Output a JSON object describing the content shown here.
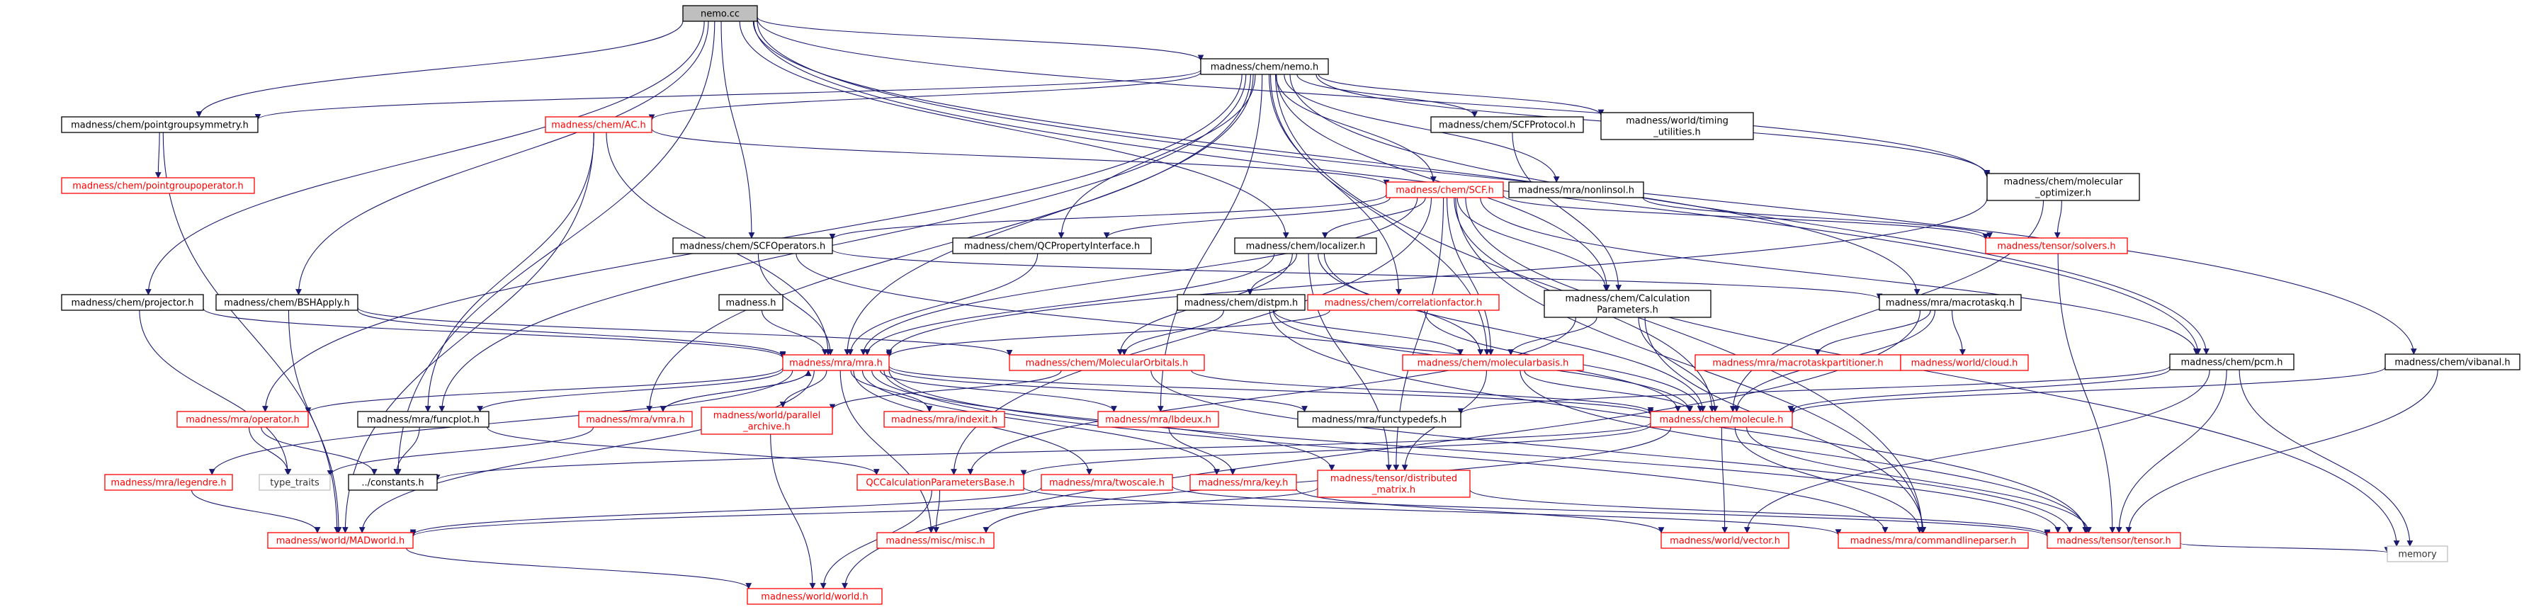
{
  "colors": {
    "edge": "#191970",
    "red_node": "#ff0000",
    "root_fill": "#bfbfbf",
    "grey_node": "#bfbfbf"
  },
  "nodes": [
    {
      "id": "nemo_cc",
      "label": [
        "nemo.cc"
      ],
      "style": "root"
    },
    {
      "id": "nemo_h",
      "label": [
        "madness/chem/nemo.h"
      ],
      "style": "plain"
    },
    {
      "id": "pointgroupsymmetry",
      "label": [
        "madness/chem/pointgroupsymmetry.h"
      ],
      "style": "plain"
    },
    {
      "id": "pointgroupoperator",
      "label": [
        "madness/chem/pointgroupoperator.h"
      ],
      "style": "red"
    },
    {
      "id": "ac",
      "label": [
        "madness/chem/AC.h"
      ],
      "style": "red"
    },
    {
      "id": "scfprotocol",
      "label": [
        "madness/chem/SCFProtocol.h"
      ],
      "style": "plain"
    },
    {
      "id": "timing",
      "label": [
        "madness/world/timing",
        "_utilities.h"
      ],
      "style": "plain"
    },
    {
      "id": "molecular_optimizer",
      "label": [
        "madness/chem/molecular",
        "_optimizer.h"
      ],
      "style": "plain"
    },
    {
      "id": "vibanal",
      "label": [
        "madness/chem/vibanal.h"
      ],
      "style": "plain"
    },
    {
      "id": "scf",
      "label": [
        "madness/chem/SCF.h"
      ],
      "style": "red"
    },
    {
      "id": "nonlinsol",
      "label": [
        "madness/mra/nonlinsol.h"
      ],
      "style": "plain"
    },
    {
      "id": "solvers",
      "label": [
        "madness/tensor/solvers.h"
      ],
      "style": "red"
    },
    {
      "id": "scfoperators",
      "label": [
        "madness/chem/SCFOperators.h"
      ],
      "style": "plain"
    },
    {
      "id": "qcpropertyinterface",
      "label": [
        "madness/chem/QCPropertyInterface.h"
      ],
      "style": "plain"
    },
    {
      "id": "localizer",
      "label": [
        "madness/chem/localizer.h"
      ],
      "style": "plain"
    },
    {
      "id": "madness_h",
      "label": [
        "madness.h"
      ],
      "style": "plain"
    },
    {
      "id": "distpm",
      "label": [
        "madness/chem/distpm.h"
      ],
      "style": "plain"
    },
    {
      "id": "correlationfactor",
      "label": [
        "madness/chem/correlationfactor.h"
      ],
      "style": "red"
    },
    {
      "id": "calcparams",
      "label": [
        "madness/chem/Calculation",
        "Parameters.h"
      ],
      "style": "plain"
    },
    {
      "id": "macrotaskq",
      "label": [
        "madness/mra/macrotaskq.h"
      ],
      "style": "plain"
    },
    {
      "id": "macrotaskpartitioner",
      "label": [
        "madness/mra/macrotaskpartitioner.h"
      ],
      "style": "red"
    },
    {
      "id": "cloud",
      "label": [
        "madness/world/cloud.h"
      ],
      "style": "red"
    },
    {
      "id": "projector",
      "label": [
        "madness/chem/projector.h"
      ],
      "style": "plain"
    },
    {
      "id": "bshapply",
      "label": [
        "madness/chem/BSHApply.h"
      ],
      "style": "plain"
    },
    {
      "id": "mra",
      "label": [
        "madness/mra/mra.h"
      ],
      "style": "red"
    },
    {
      "id": "molecularorbitals",
      "label": [
        "madness/chem/MolecularOrbitals.h"
      ],
      "style": "red"
    },
    {
      "id": "molecularbasis",
      "label": [
        "madness/chem/molecularbasis.h"
      ],
      "style": "red"
    },
    {
      "id": "pcm",
      "label": [
        "madness/chem/pcm.h"
      ],
      "style": "plain"
    },
    {
      "id": "operator",
      "label": [
        "madness/mra/operator.h"
      ],
      "style": "red"
    },
    {
      "id": "funcplot",
      "label": [
        "madness/mra/funcplot.h"
      ],
      "style": "plain"
    },
    {
      "id": "vmra",
      "label": [
        "madness/mra/vmra.h"
      ],
      "style": "red"
    },
    {
      "id": "parallel_archive",
      "label": [
        "madness/world/parallel",
        "_archive.h"
      ],
      "style": "red"
    },
    {
      "id": "indexit",
      "label": [
        "madness/mra/indexit.h"
      ],
      "style": "red"
    },
    {
      "id": "lbdeux",
      "label": [
        "madness/mra/lbdeux.h"
      ],
      "style": "red"
    },
    {
      "id": "functypedefs",
      "label": [
        "madness/mra/functypedefs.h"
      ],
      "style": "plain"
    },
    {
      "id": "molecule",
      "label": [
        "madness/chem/molecule.h"
      ],
      "style": "red"
    },
    {
      "id": "legendre",
      "label": [
        "madness/mra/legendre.h"
      ],
      "style": "red"
    },
    {
      "id": "type_traits",
      "label": [
        "type_traits"
      ],
      "style": "grey"
    },
    {
      "id": "constants",
      "label": [
        "../constants.h"
      ],
      "style": "plain"
    },
    {
      "id": "qccalc",
      "label": [
        "QCCalculationParametersBase.h"
      ],
      "style": "red"
    },
    {
      "id": "twoscale",
      "label": [
        "madness/mra/twoscale.h"
      ],
      "style": "red"
    },
    {
      "id": "key",
      "label": [
        "madness/mra/key.h"
      ],
      "style": "red"
    },
    {
      "id": "distributed_matrix",
      "label": [
        "madness/tensor/distributed",
        "_matrix.h"
      ],
      "style": "red"
    },
    {
      "id": "madworld",
      "label": [
        "madness/world/MADworld.h"
      ],
      "style": "red"
    },
    {
      "id": "misc",
      "label": [
        "madness/misc/misc.h"
      ],
      "style": "red"
    },
    {
      "id": "vector",
      "label": [
        "madness/world/vector.h"
      ],
      "style": "red"
    },
    {
      "id": "commandlineparser",
      "label": [
        "madness/mra/commandlineparser.h"
      ],
      "style": "red"
    },
    {
      "id": "tensor",
      "label": [
        "madness/tensor/tensor.h"
      ],
      "style": "red"
    },
    {
      "id": "memory",
      "label": [
        "memory"
      ],
      "style": "grey"
    },
    {
      "id": "world",
      "label": [
        "madness/world/world.h"
      ],
      "style": "red"
    }
  ],
  "edges": [
    [
      "nemo_cc",
      "nemo_h"
    ],
    [
      "nemo_cc",
      "pointgroupsymmetry"
    ],
    [
      "nemo_cc",
      "projector"
    ],
    [
      "nemo_cc",
      "bshapply"
    ],
    [
      "nemo_cc",
      "scfoperators"
    ],
    [
      "nemo_cc",
      "localizer"
    ],
    [
      "nemo_cc",
      "constants"
    ],
    [
      "nemo_cc",
      "molecular_optimizer"
    ],
    [
      "nemo_cc",
      "macrotaskq"
    ],
    [
      "nemo_cc",
      "pcm"
    ],
    [
      "nemo_cc",
      "vibanal"
    ],
    [
      "nemo_h",
      "pointgroupsymmetry"
    ],
    [
      "nemo_h",
      "ac"
    ],
    [
      "nemo_h",
      "scfprotocol"
    ],
    [
      "nemo_h",
      "timing"
    ],
    [
      "nemo_h",
      "molecular_optimizer"
    ],
    [
      "nemo_h",
      "scf"
    ],
    [
      "nemo_h",
      "nonlinsol"
    ],
    [
      "nemo_h",
      "qcpropertyinterface"
    ],
    [
      "nemo_h",
      "correlationfactor"
    ],
    [
      "nemo_h",
      "calcparams"
    ],
    [
      "nemo_h",
      "mra"
    ],
    [
      "nemo_h",
      "operator"
    ],
    [
      "nemo_h",
      "funcplot"
    ],
    [
      "nemo_h",
      "vmra"
    ],
    [
      "nemo_h",
      "lbdeux"
    ],
    [
      "nemo_h",
      "pcm"
    ],
    [
      "nemo_h",
      "molecularbasis"
    ],
    [
      "nemo_h",
      "commandlineparser"
    ],
    [
      "pointgroupsymmetry",
      "pointgroupoperator"
    ],
    [
      "pointgroupsymmetry",
      "madworld"
    ],
    [
      "ac",
      "scf"
    ],
    [
      "ac",
      "mra"
    ],
    [
      "ac",
      "funcplot"
    ],
    [
      "ac",
      "madworld"
    ],
    [
      "scfprotocol",
      "calcparams"
    ],
    [
      "molecular_optimizer",
      "solvers"
    ],
    [
      "molecular_optimizer",
      "molecule"
    ],
    [
      "molecular_optimizer",
      "mra"
    ],
    [
      "vibanal",
      "molecule"
    ],
    [
      "vibanal",
      "tensor"
    ],
    [
      "scf",
      "scfoperators"
    ],
    [
      "scf",
      "qcpropertyinterface"
    ],
    [
      "scf",
      "localizer"
    ],
    [
      "scf",
      "calcparams"
    ],
    [
      "scf",
      "solvers"
    ],
    [
      "scf",
      "pcm"
    ],
    [
      "scf",
      "mra"
    ],
    [
      "scf",
      "molecularbasis"
    ],
    [
      "scf",
      "molecule"
    ],
    [
      "scf",
      "commandlineparser"
    ],
    [
      "scf",
      "memory"
    ],
    [
      "scf",
      "distributed_matrix"
    ],
    [
      "scf",
      "qccalc"
    ],
    [
      "nonlinsol",
      "solvers"
    ],
    [
      "solvers",
      "tensor"
    ],
    [
      "scfoperators",
      "mra"
    ],
    [
      "scfoperators",
      "macrotaskq"
    ],
    [
      "scfoperators",
      "molecule"
    ],
    [
      "qcpropertyinterface",
      "mra"
    ],
    [
      "localizer",
      "distpm"
    ],
    [
      "localizer",
      "molecularorbitals"
    ],
    [
      "localizer",
      "molecularbasis"
    ],
    [
      "localizer",
      "mra"
    ],
    [
      "localizer",
      "molecule"
    ],
    [
      "localizer",
      "distributed_matrix"
    ],
    [
      "madness_h",
      "mra"
    ],
    [
      "distpm",
      "molecularbasis"
    ],
    [
      "distpm",
      "molecularorbitals"
    ],
    [
      "distpm",
      "molecule"
    ],
    [
      "distpm",
      "tensor"
    ],
    [
      "correlationfactor",
      "mra"
    ],
    [
      "correlationfactor",
      "molecule"
    ],
    [
      "calcparams",
      "molecularbasis"
    ],
    [
      "calcparams",
      "molecule"
    ],
    [
      "calcparams",
      "qccalc"
    ],
    [
      "calcparams",
      "commandlineparser"
    ],
    [
      "macrotaskq",
      "macrotaskpartitioner"
    ],
    [
      "macrotaskq",
      "cloud"
    ],
    [
      "macrotaskq",
      "world"
    ],
    [
      "macrotaskq",
      "molecule"
    ],
    [
      "projector",
      "mra"
    ],
    [
      "projector",
      "type_traits"
    ],
    [
      "bshapply",
      "mra"
    ],
    [
      "bshapply",
      "madworld"
    ],
    [
      "bshapply",
      "molecularorbitals"
    ],
    [
      "mra",
      "operator"
    ],
    [
      "mra",
      "funcplot"
    ],
    [
      "mra",
      "vmra"
    ],
    [
      "mra",
      "parallel_archive"
    ],
    [
      "mra",
      "indexit"
    ],
    [
      "mra",
      "lbdeux"
    ],
    [
      "mra",
      "functypedefs"
    ],
    [
      "mra",
      "legendre"
    ],
    [
      "mra",
      "twoscale"
    ],
    [
      "mra",
      "key"
    ],
    [
      "mra",
      "madworld"
    ],
    [
      "mra",
      "misc"
    ],
    [
      "mra",
      "molecule"
    ],
    [
      "mra",
      "tensor"
    ],
    [
      "mra",
      "commandlineparser"
    ],
    [
      "mra",
      "distributed_matrix"
    ],
    [
      "molecularorbitals",
      "molecule"
    ],
    [
      "molecularorbitals",
      "tensor"
    ],
    [
      "molecularorbitals",
      "parallel_archive"
    ],
    [
      "molecularbasis",
      "molecule"
    ],
    [
      "molecularbasis",
      "tensor"
    ],
    [
      "molecularbasis",
      "distributed_matrix"
    ],
    [
      "pcm",
      "molecule"
    ],
    [
      "pcm",
      "functypedefs"
    ],
    [
      "pcm",
      "tensor"
    ],
    [
      "pcm",
      "memory"
    ],
    [
      "pcm",
      "vector"
    ],
    [
      "operator",
      "type_traits"
    ],
    [
      "operator",
      "constants"
    ],
    [
      "funcplot",
      "constants"
    ],
    [
      "funcplot",
      "qccalc"
    ],
    [
      "vmra",
      "mra"
    ],
    [
      "vmra",
      "type_traits"
    ],
    [
      "parallel_archive",
      "world"
    ],
    [
      "lbdeux",
      "key"
    ],
    [
      "molecule",
      "qccalc"
    ],
    [
      "molecule",
      "constants"
    ],
    [
      "molecule",
      "vector"
    ],
    [
      "molecule",
      "misc"
    ],
    [
      "molecule",
      "commandlineparser"
    ],
    [
      "molecule",
      "tensor"
    ],
    [
      "legendre",
      "madworld"
    ],
    [
      "qccalc",
      "misc"
    ],
    [
      "qccalc",
      "world"
    ],
    [
      "qccalc",
      "commandlineparser"
    ],
    [
      "twoscale",
      "madworld"
    ],
    [
      "twoscale",
      "tensor"
    ],
    [
      "key",
      "vector"
    ],
    [
      "distributed_matrix",
      "madworld"
    ],
    [
      "distributed_matrix",
      "tensor"
    ],
    [
      "madworld",
      "world"
    ],
    [
      "tensor",
      "memory"
    ]
  ]
}
